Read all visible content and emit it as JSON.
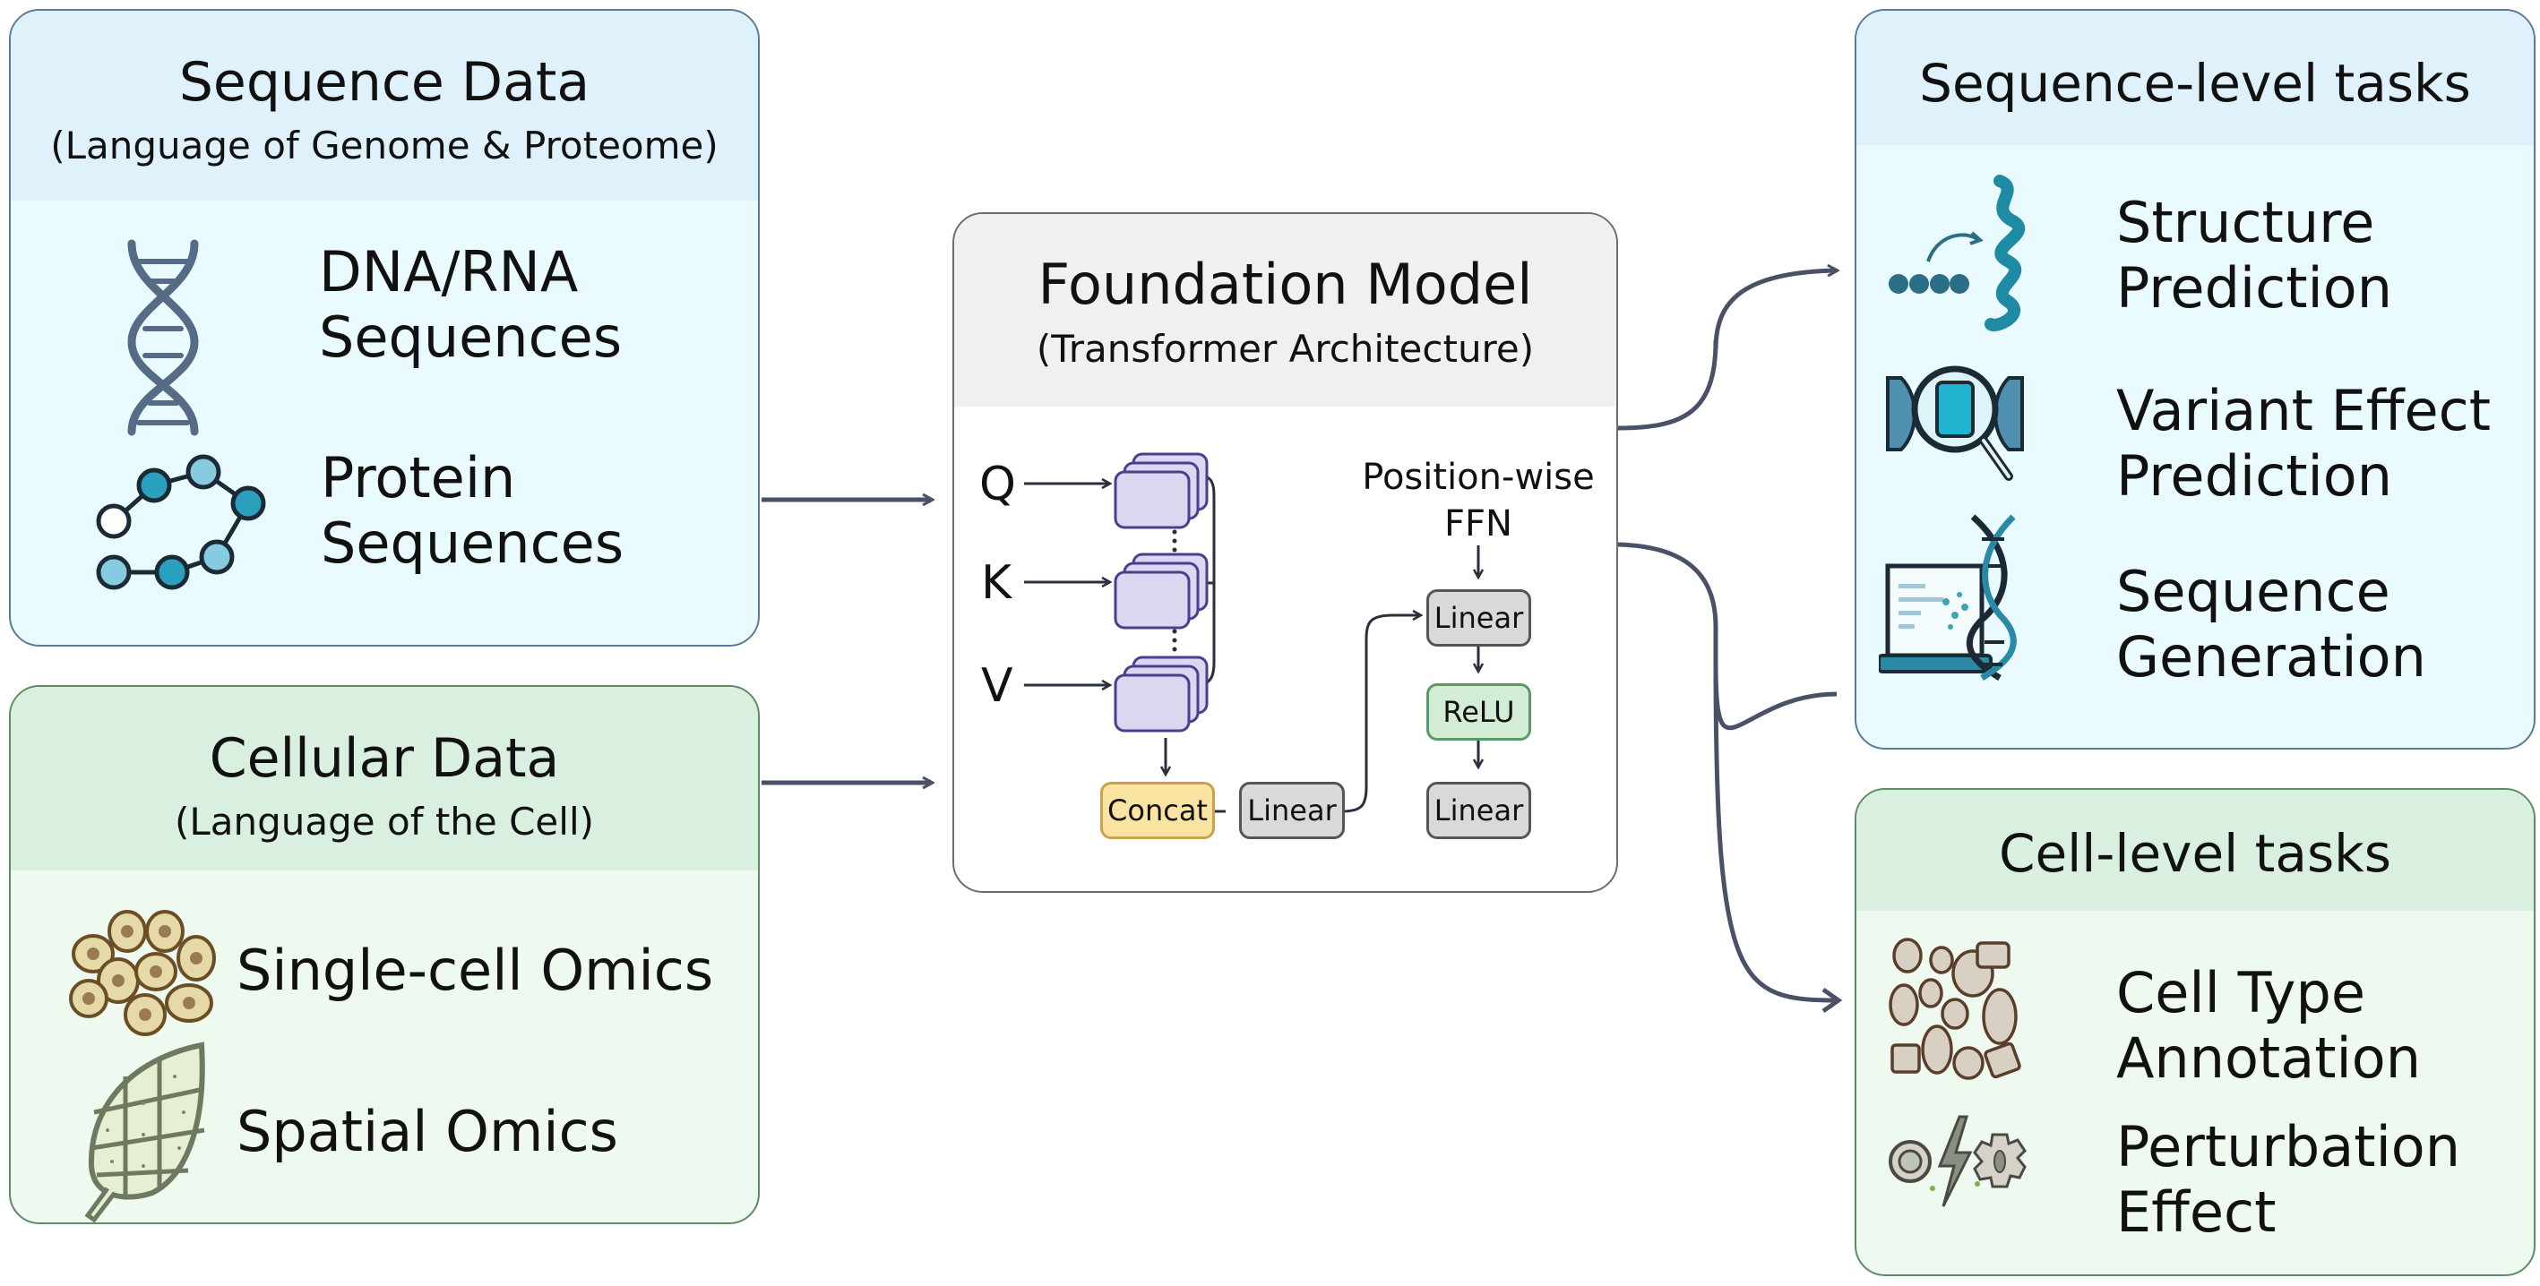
{
  "inputs": {
    "sequence_data": {
      "title": "Sequence Data",
      "subtitle": "(Language of Genome & Proteome)",
      "items": [
        {
          "icon": "dna-helix-icon",
          "label_line1": "DNA/RNA",
          "label_line2": "Sequences"
        },
        {
          "icon": "protein-chain-icon",
          "label_line1": "Protein",
          "label_line2": "Sequences"
        }
      ]
    },
    "cellular_data": {
      "title": "Cellular Data",
      "subtitle": "(Language of the Cell)",
      "items": [
        {
          "icon": "cell-cluster-icon",
          "label": "Single-cell Omics"
        },
        {
          "icon": "tissue-grid-leaf-icon",
          "label": "Spatial Omics"
        }
      ]
    }
  },
  "model": {
    "title": "Foundation Model",
    "subtitle": "(Transformer Architecture)",
    "attention_inputs": [
      "Q",
      "K",
      "V"
    ],
    "concat_label": "Concat",
    "linear_label": "Linear",
    "ffn_title_line1": "Position-wise",
    "ffn_title_line2": "FFN",
    "ffn_blocks": [
      "Linear",
      "ReLU",
      "Linear"
    ]
  },
  "outputs": {
    "sequence_tasks": {
      "title": "Sequence-level tasks",
      "items": [
        {
          "icon": "structure-folding-icon",
          "label_line1": "Structure",
          "label_line2": "Prediction"
        },
        {
          "icon": "variant-magnifier-icon",
          "label_line1": "Variant Effect",
          "label_line2": "Prediction"
        },
        {
          "icon": "laptop-dna-icon",
          "label_line1": "Sequence",
          "label_line2": "Generation"
        }
      ]
    },
    "cell_tasks": {
      "title": "Cell-level tasks",
      "items": [
        {
          "icon": "cell-types-icon",
          "label_line1": "Cell Type",
          "label_line2": "Annotation"
        },
        {
          "icon": "perturbation-icon",
          "label_line1": "Perturbation",
          "label_line2": "Effect"
        }
      ]
    }
  },
  "colors": {
    "connector": "#4a5166",
    "attention_head_fill": "#dcd6f0",
    "attention_head_stroke": "#4a3f8f",
    "teal_icon": "#2a8aa6",
    "cell_icon": "#8a6a3a",
    "leaf_icon": "#6d7a5f"
  }
}
